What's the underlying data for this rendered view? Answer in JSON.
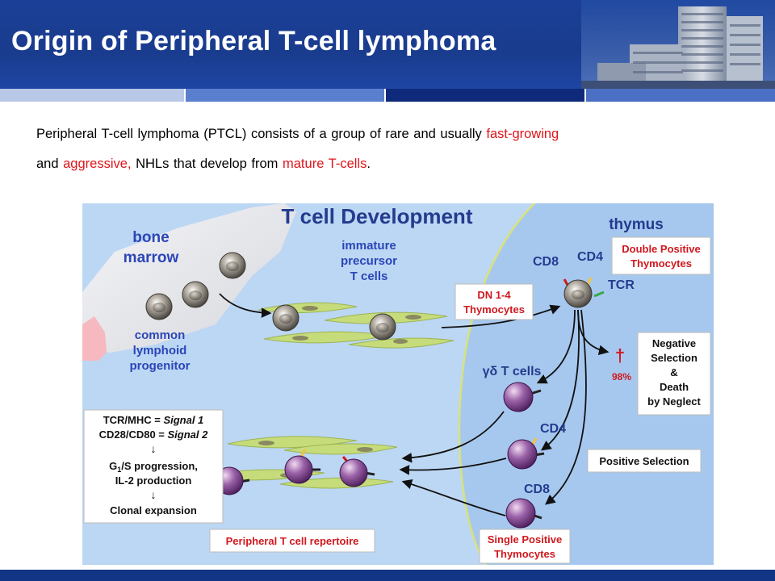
{
  "header": {
    "title": "Origin of Peripheral T-cell lymphoma"
  },
  "stripe_colors": [
    "#b9c8e6",
    "#5b7fcf",
    "#0f2a7a",
    "#4a6fc4"
  ],
  "intro": {
    "part1": "Peripheral T-cell lymphoma  (PTCL) consists of a group of rare and usually ",
    "highlight1": "fast-growing",
    "part2": "and  ",
    "highlight2": "aggressive,",
    "part3": "  NHLs that develop from ",
    "highlight3": "mature T-cells",
    "part4": "."
  },
  "diagram": {
    "title": "T cell Development",
    "bone_marrow": [
      "bone",
      "marrow"
    ],
    "thymus": "thymus",
    "immature": [
      "immature",
      "precursor",
      "T cells"
    ],
    "common_lymphoid": [
      "common",
      "lymphoid",
      "progenitor"
    ],
    "dn": [
      "DN 1-4",
      "Thymocytes"
    ],
    "cd8_top": "CD8",
    "cd4_top": "CD4",
    "tcr": "TCR",
    "double_positive": [
      "Double Positive",
      "Thymocytes"
    ],
    "negative": [
      "Negative",
      "Selection",
      "&",
      "Death",
      "by Neglect"
    ],
    "dagger": "†",
    "percent": "98%",
    "gd_tcells": "γδ T cells",
    "cd4_mid": "CD4",
    "cd8_bottom": "CD8",
    "positive_selection": "Positive Selection",
    "single_positive": [
      "Single Positive",
      "Thymocytes"
    ],
    "signal_box": {
      "line1_a": "TCR/MHC = ",
      "line1_b": "Signal 1",
      "line2_a": "CD28/CD80 = ",
      "line2_b": "Signal 2",
      "arrow1": "↓",
      "g1_a": "G",
      "g1_sub": "1",
      "g1_b": "/S progression,",
      "il2": "IL-2 production",
      "arrow2": "↓",
      "clonal": "Clonal expansion"
    },
    "repertoire": "Peripheral T cell repertoire"
  }
}
